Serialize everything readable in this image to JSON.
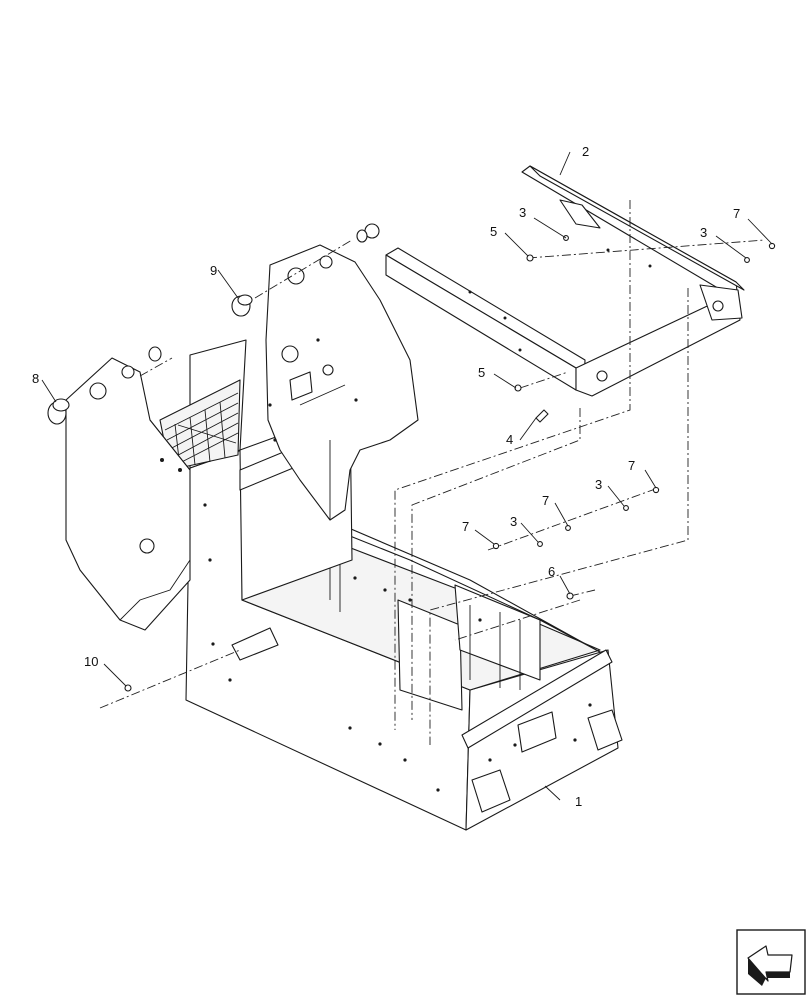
{
  "callouts": [
    {
      "id": "c1",
      "label": "1"
    },
    {
      "id": "c2",
      "label": "2"
    },
    {
      "id": "c3a",
      "label": "3"
    },
    {
      "id": "c3b",
      "label": "3"
    },
    {
      "id": "c3c",
      "label": "3"
    },
    {
      "id": "c3d",
      "label": "3"
    },
    {
      "id": "c4",
      "label": "4"
    },
    {
      "id": "c5a",
      "label": "5"
    },
    {
      "id": "c5b",
      "label": "5"
    },
    {
      "id": "c6",
      "label": "6"
    },
    {
      "id": "c7a",
      "label": "7"
    },
    {
      "id": "c7b",
      "label": "7"
    },
    {
      "id": "c7c",
      "label": "7"
    },
    {
      "id": "c7d",
      "label": "7"
    },
    {
      "id": "c8",
      "label": "8"
    },
    {
      "id": "c9",
      "label": "9"
    },
    {
      "id": "c10",
      "label": "10"
    }
  ],
  "icons": {
    "navigation": "arrow-icon"
  }
}
